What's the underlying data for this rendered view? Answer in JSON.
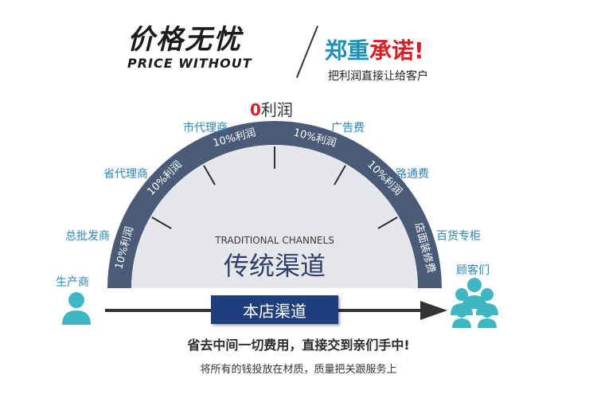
{
  "header": {
    "title_cn": "价格无忧",
    "title_en": "PRICE WITHOUT",
    "promise_blue": "郑重",
    "promise_red": "承诺!",
    "promise_sub": "把利润直接让给客户"
  },
  "diagram": {
    "zero_num": "0",
    "zero_text": "利润",
    "channel_en": "TRADITIONAL CHANNELS",
    "channel_cn": "传统渠道",
    "store_channel": "本店渠道",
    "stages": [
      {
        "outer": "生产商"
      },
      {
        "outer": "总批发商",
        "segment": "10%利润"
      },
      {
        "outer": "省代理商",
        "segment": "10%利润"
      },
      {
        "outer": "市代理商",
        "segment": "10%利润"
      },
      {
        "outer": "广告费",
        "segment": "10%利润"
      },
      {
        "outer": "路通费",
        "segment": "10%利润"
      },
      {
        "outer": "百货专柜",
        "segment": "店面装修费"
      },
      {
        "outer": "顾客们"
      }
    ]
  },
  "footer": {
    "tagline": "省去中间一切费用，直接交到亲们手中!",
    "sub": "将所有的钱投放在材质，质量把关跟服务上"
  },
  "colors": {
    "arc_outer": "#4a5b78",
    "arc_inner": "#e5e7ea",
    "store_box": "#1e3f7c",
    "label_blue": "#2a86b6",
    "person_icon": "#3fb6c3",
    "accent_red": "#d81f26"
  }
}
